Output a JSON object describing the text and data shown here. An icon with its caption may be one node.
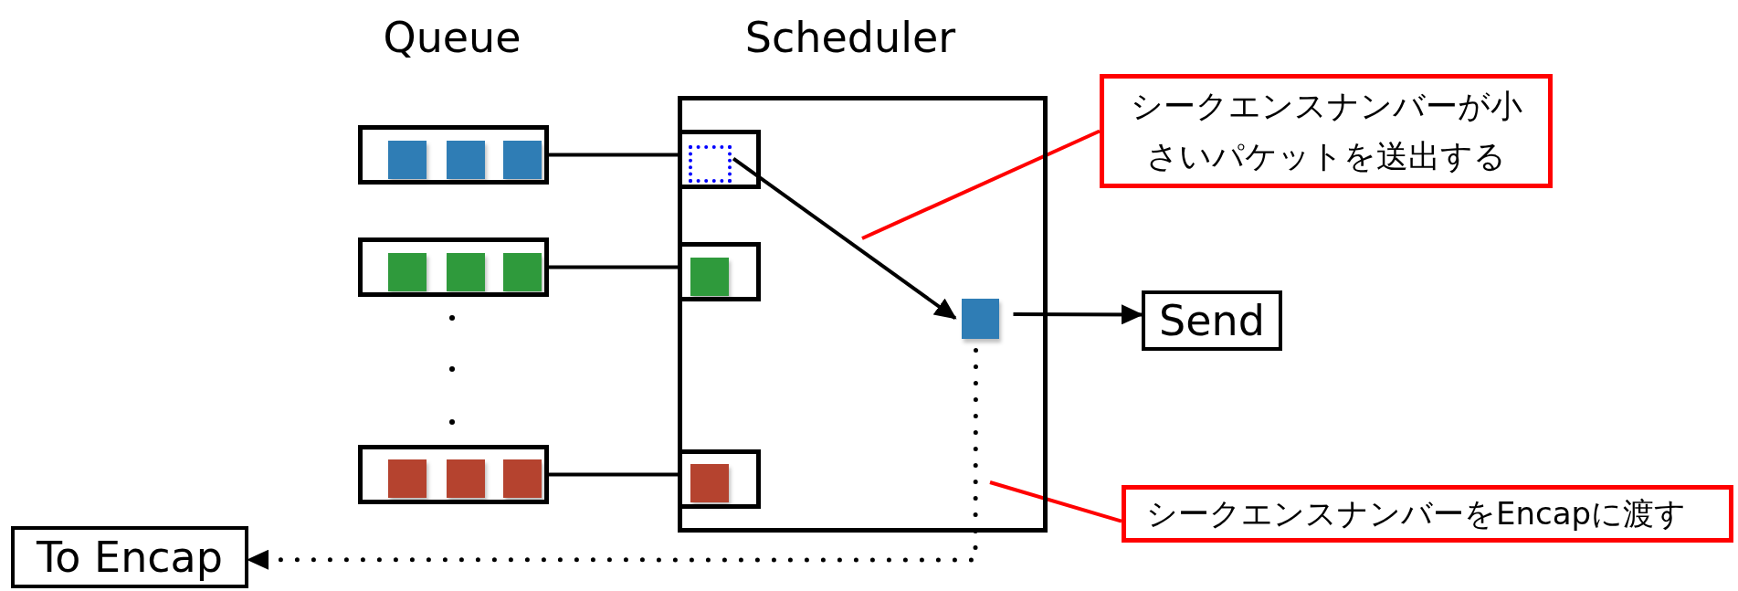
{
  "diagram": {
    "nodes": [
      {
        "text": [],
        "shape": "box"
      },
      {
        "text": [],
        "shape": "box"
      },
      {
        "text": [],
        "shape": "box"
      },
      {
        "text": [],
        "shape": "box"
      },
      {
        "text": [],
        "shape": "box",
        "in": 3
      },
      {
        "text": [],
        "shape": "box",
        "in": 3
      },
      {
        "text": [],
        "shape": "box",
        "in": 3
      },
      {
        "text": [],
        "shape": "box",
        "in": 4
      },
      {
        "text": [],
        "shape": "box",
        "in": 3
      },
      {
        "text": [
          "Send"
        ]
      },
      {
        "text": [
          "To Encap"
        ]
      },
      {
        "text": [
          "シークエンスナンバーが小さいパケットを送出する"
        ]
      },
      {
        "text": [
          "シークエンスナンバーをEncapに渡す"
        ]
      }
    ],
    "edges": [
      {
        "from": 0,
        "to": 4,
        "arrow": "none"
      },
      {
        "from": 1,
        "to": 5,
        "arrow": "none"
      },
      {
        "from": 2,
        "to": 6,
        "arrow": "none"
      },
      {
        "from": 7,
        "to": 8,
        "arrow": "to"
      },
      {
        "from": 8,
        "to": 9,
        "arrow": "to"
      },
      {
        "from": 8,
        "to": 10,
        "arrow": "to",
        "style": "dashed"
      },
      {
        "from": 11,
        "to": null,
        "arrow": "none",
        "color": "#ff0000"
      },
      {
        "from": 12,
        "to": null,
        "arrow": "none",
        "color": "#ff0000"
      }
    ],
    "labels": [
      "Queue",
      "Scheduler"
    ]
  }
}
